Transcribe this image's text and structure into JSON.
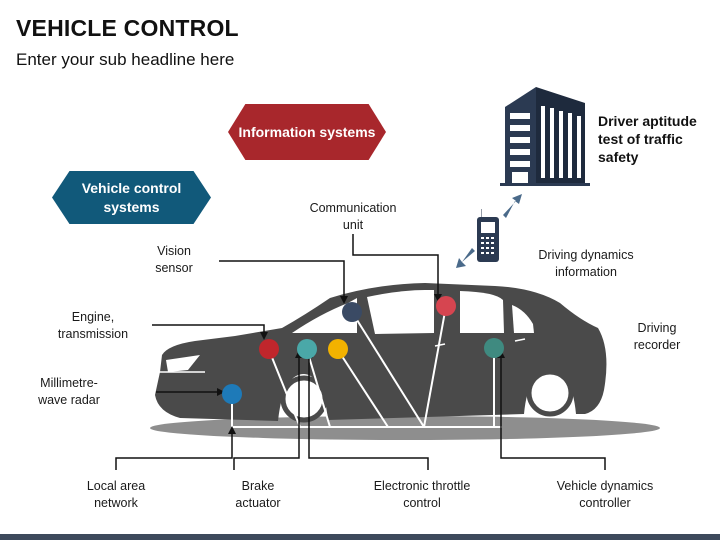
{
  "title": "VEHICLE CONTROL",
  "subtitle": "Enter your sub headline here",
  "banners": {
    "information_systems": "Information systems",
    "vehicle_control_systems": "Vehicle control systems"
  },
  "driver_aptitude": "Driver aptitude test of traffic safety",
  "labels": {
    "communication_unit": "Communication unit",
    "vision_sensor": "Vision sensor",
    "driving_dynamics_information": "Driving dynamics information",
    "engine_transmission": "Engine, transmission",
    "driving_recorder": "Driving recorder",
    "millimetre_wave_radar": "Millimetre-wave radar",
    "local_area_network": "Local area network",
    "brake_actuator": "Brake actuator",
    "electronic_throttle_control": "Electronic throttle control",
    "vehicle_dynamics_controller": "Vehicle dynamics controller"
  },
  "colors": {
    "banner_red": "#a8272c",
    "banner_teal": "#11597a",
    "car_body": "#4a4a4a",
    "building": "#2b3a52",
    "dot_red": "#c0262c",
    "dot_teal": "#4aa8a8",
    "dot_yellow": "#f2b200",
    "dot_navy": "#3a4a64",
    "dot_pink": "#d64550",
    "dot_green": "#3f8a80",
    "dot_blue": "#1e7ab8"
  }
}
